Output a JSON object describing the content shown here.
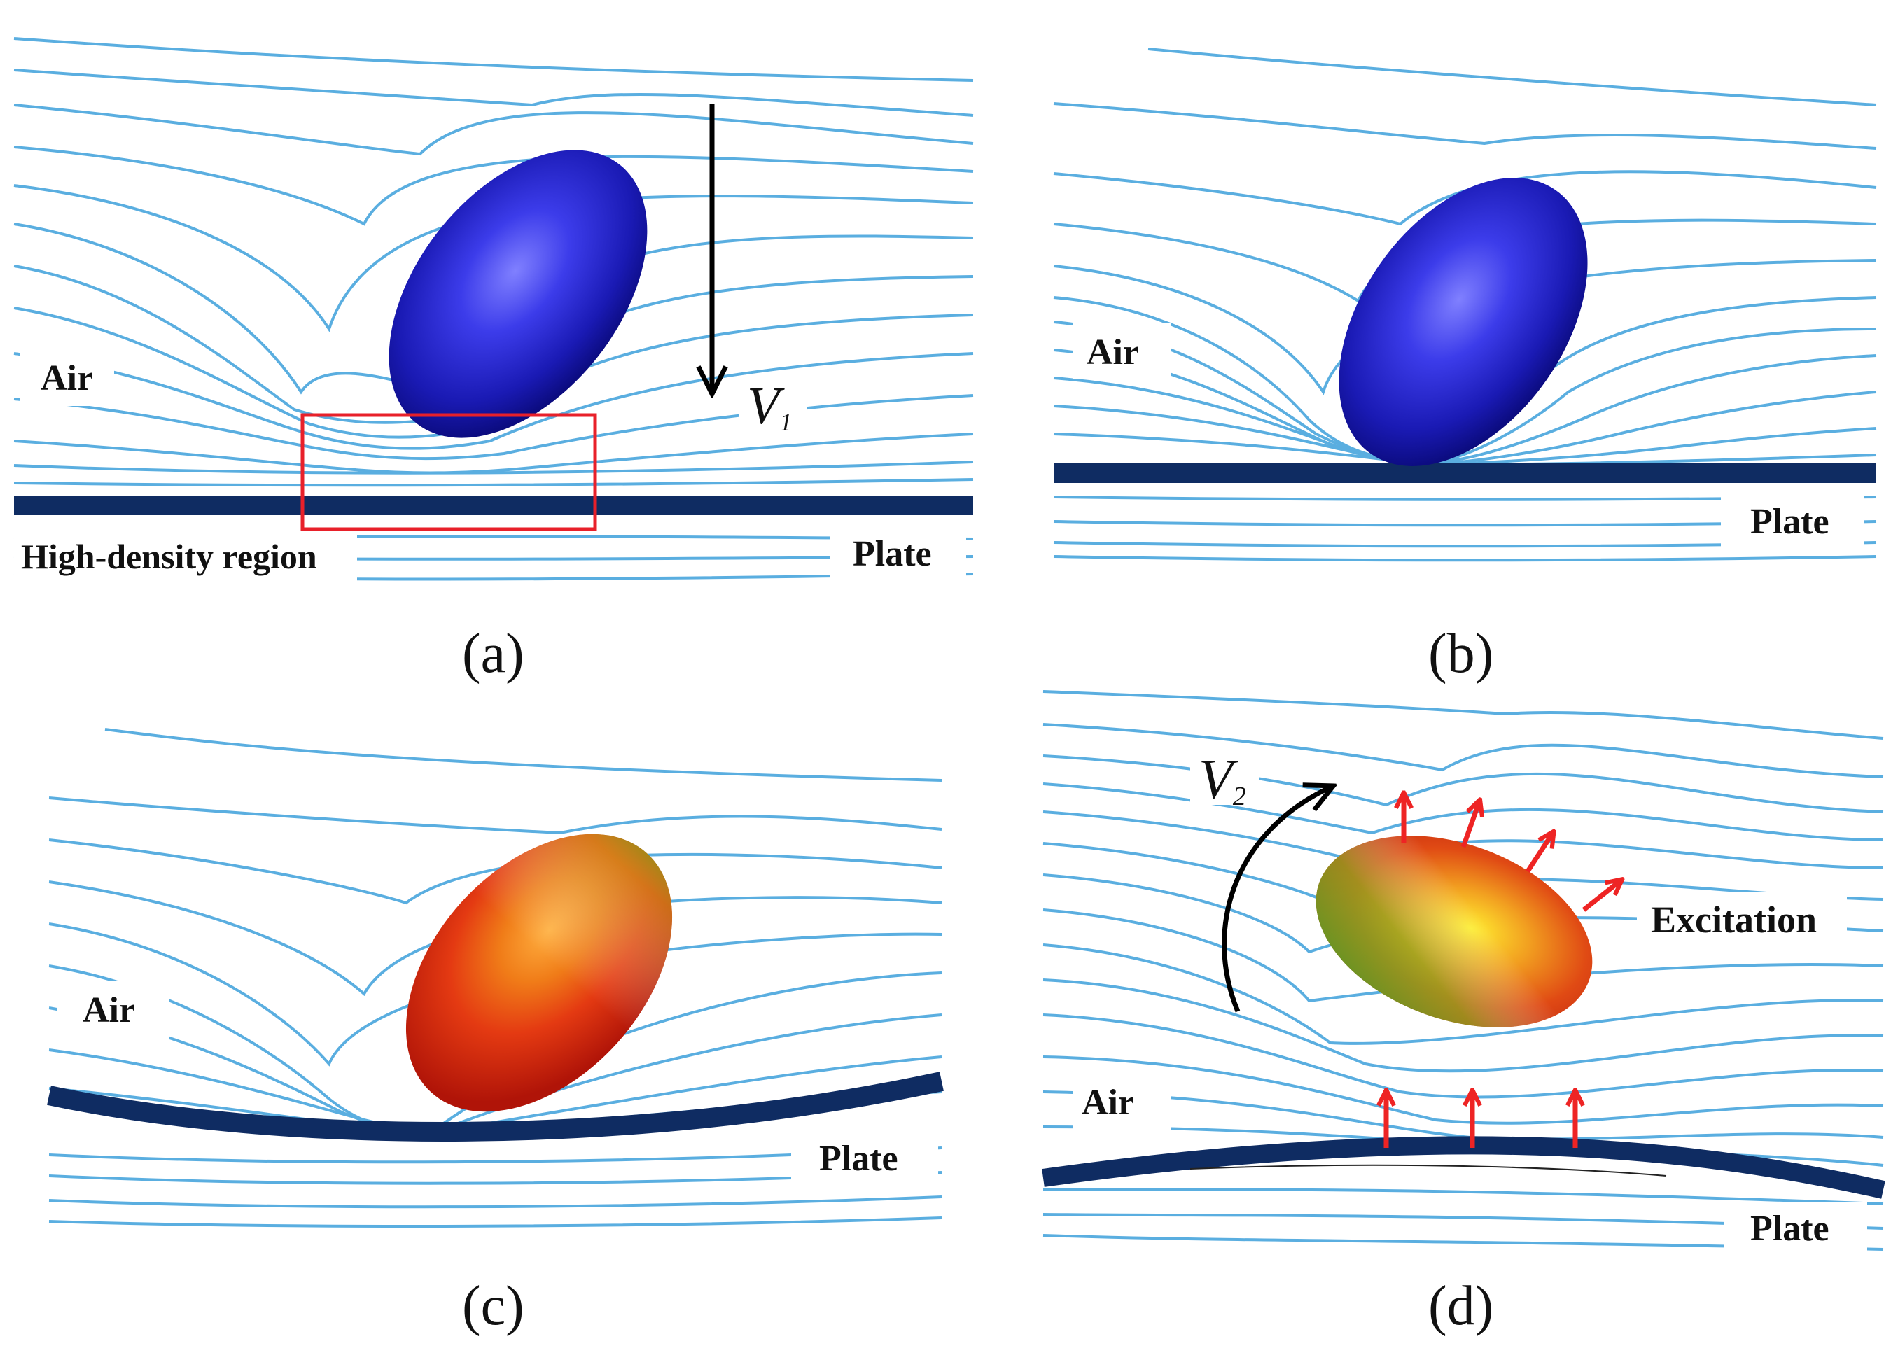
{
  "panels": [
    {
      "id": "a",
      "caption": "(a)",
      "labels": {
        "air": "Air",
        "plate": "Plate",
        "region": "High-density region"
      },
      "velocity": {
        "symbol": "V",
        "subscript": "1"
      },
      "droplet_color": "#1a1ab4"
    },
    {
      "id": "b",
      "caption": "(b)",
      "labels": {
        "air": "Air",
        "plate": "Plate"
      },
      "droplet_color": "#1a1ab4"
    },
    {
      "id": "c",
      "caption": "(c)",
      "labels": {
        "air": "Air",
        "plate": "Plate"
      },
      "droplet_color": "#d81e10"
    },
    {
      "id": "d",
      "caption": "(d)",
      "labels": {
        "air": "Air",
        "plate": "Plate",
        "excitation": "Excitation"
      },
      "velocity": {
        "symbol": "V",
        "subscript": "2"
      },
      "droplet_color": "#d8a018"
    }
  ],
  "colors": {
    "streamline": "#5aaee0",
    "plate": "#0f2c62",
    "highlight_box": "#e8202a",
    "excitation_arrow": "#ee2424",
    "motion_arrow": "#000000"
  }
}
